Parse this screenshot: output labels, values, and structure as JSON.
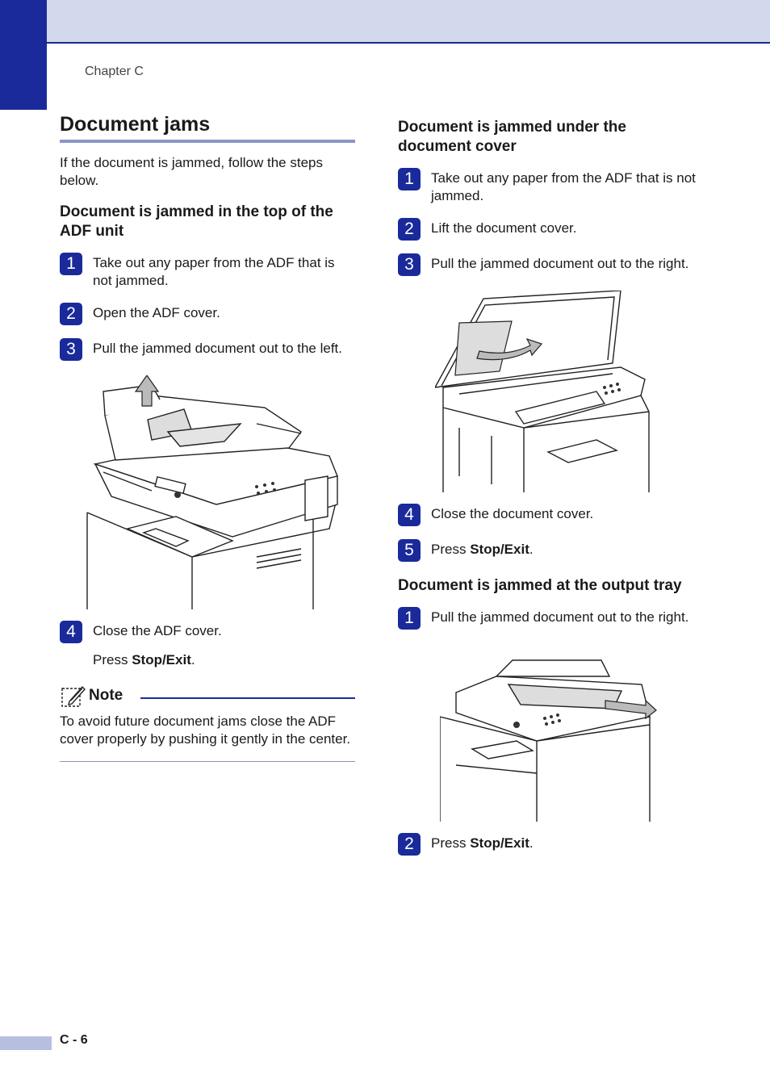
{
  "header": {
    "chapter": "Chapter C"
  },
  "left": {
    "title": "Document jams",
    "intro": "If the document is jammed, follow the steps below.",
    "subheading": "Document is jammed in the top of the ADF unit",
    "steps": [
      {
        "num": "1",
        "text": "Take out any paper from the ADF that is not jammed."
      },
      {
        "num": "2",
        "text": "Open the ADF cover."
      },
      {
        "num": "3",
        "text": "Pull the jammed document out to the left."
      },
      {
        "num": "4",
        "text": "Close the ADF cover."
      }
    ],
    "step4_press": "Press ",
    "step4_key": "Stop/Exit",
    "step4_period": ".",
    "note_label": "Note",
    "note_text": "To avoid future document jams close the ADF cover properly by pushing it gently in the center."
  },
  "right": {
    "sub1": "Document is jammed under the document cover",
    "sub1_steps": [
      {
        "num": "1",
        "text": "Take out any paper from the ADF that is not jammed."
      },
      {
        "num": "2",
        "text": "Lift the document cover."
      },
      {
        "num": "3",
        "text": "Pull the jammed document out to the right."
      },
      {
        "num": "4",
        "text": "Close the document cover."
      }
    ],
    "sub1_step5_num": "5",
    "sub2": "Document is jammed at the output tray",
    "sub2_step1": {
      "num": "1",
      "text": "Pull the jammed document out to the right."
    },
    "sub2_step2_num": "2",
    "press": "Press ",
    "key": "Stop/Exit",
    "period": "."
  },
  "footer": {
    "page": "C - 6"
  }
}
